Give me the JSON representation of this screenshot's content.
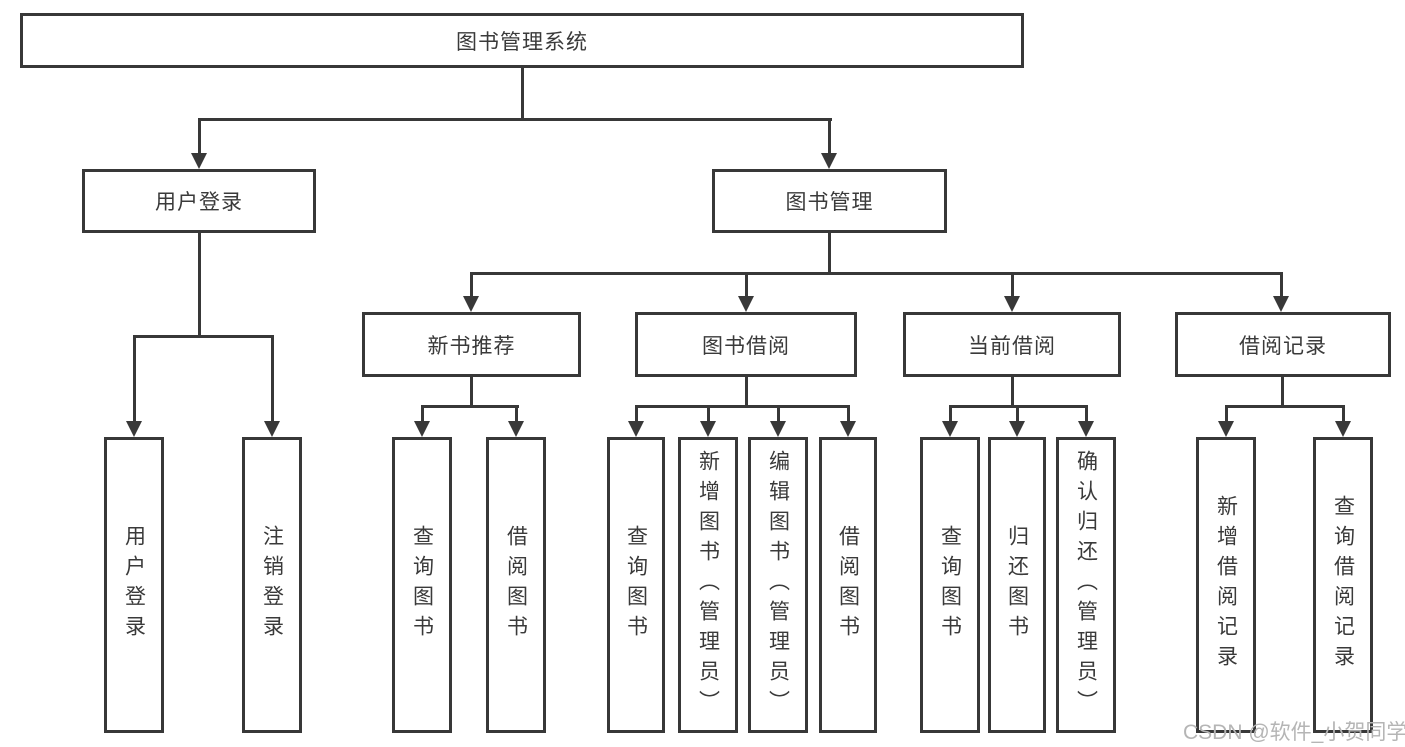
{
  "tree": {
    "root": {
      "label": "图书管理系统"
    },
    "branches": [
      {
        "label": "用户登录",
        "children": [
          {
            "label": "用户登录"
          },
          {
            "label": "注销登录"
          }
        ]
      },
      {
        "label": "图书管理",
        "children": [
          {
            "label": "新书推荐",
            "children": [
              {
                "label": "查询图书"
              },
              {
                "label": "借阅图书"
              }
            ]
          },
          {
            "label": "图书借阅",
            "children": [
              {
                "label": "查询图书"
              },
              {
                "label": "新增图书（管理员）"
              },
              {
                "label": "编辑图书（管理员）"
              },
              {
                "label": "借阅图书"
              }
            ]
          },
          {
            "label": "当前借阅",
            "children": [
              {
                "label": "查询图书"
              },
              {
                "label": "归还图书"
              },
              {
                "label": "确认归还（管理员）"
              }
            ]
          },
          {
            "label": "借阅记录",
            "children": [
              {
                "label": "新增借阅记录"
              },
              {
                "label": "查询借阅记录"
              }
            ]
          }
        ]
      }
    ]
  },
  "watermark": "CSDN @软件_小贺同学",
  "colors": {
    "line": "#383838",
    "text": "#3a3a3a",
    "watermark": "#b5b5b5",
    "background": "#ffffff"
  }
}
